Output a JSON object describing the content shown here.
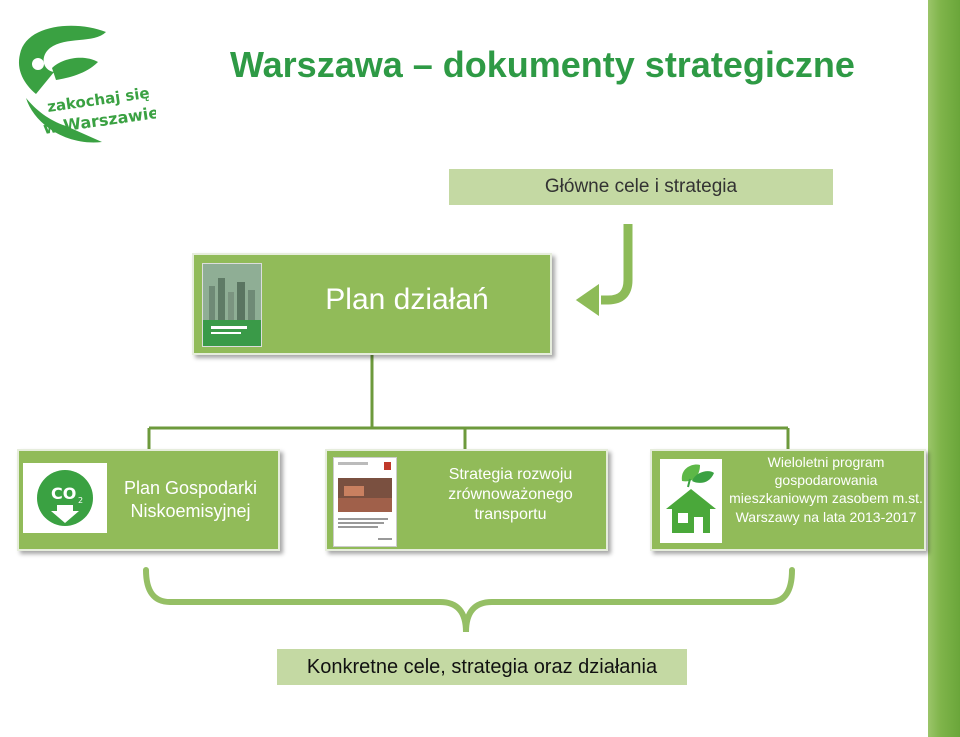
{
  "title": "Warszawa – dokumenty strategiczne",
  "logo": {
    "text_line1": "zakochaj się",
    "text_line2": "w Warszawie"
  },
  "goals_bar": {
    "label": "Główne cele i strategia"
  },
  "plan_box": {
    "label": "Plan działań"
  },
  "categories": [
    {
      "label": "Plan Gospodarki Niskoemisyjnej",
      "icon": "co2-icon"
    },
    {
      "label": "Strategia rozwoju zrównoważonego transportu",
      "icon": "document-cover-icon"
    },
    {
      "label": "Wieloletni program gospodarowania mieszkaniowym zasobem m.st. Warszawy na lata 2013-2017",
      "icon": "eco-house-icon"
    }
  ],
  "result_bar": {
    "label": "Konkretne cele, strategia oraz działania"
  },
  "colors": {
    "title_green": "#2e9a45",
    "box_green": "#91bb59",
    "light_green": "#c4d9a3",
    "stripe_green": "#7fb44a"
  }
}
